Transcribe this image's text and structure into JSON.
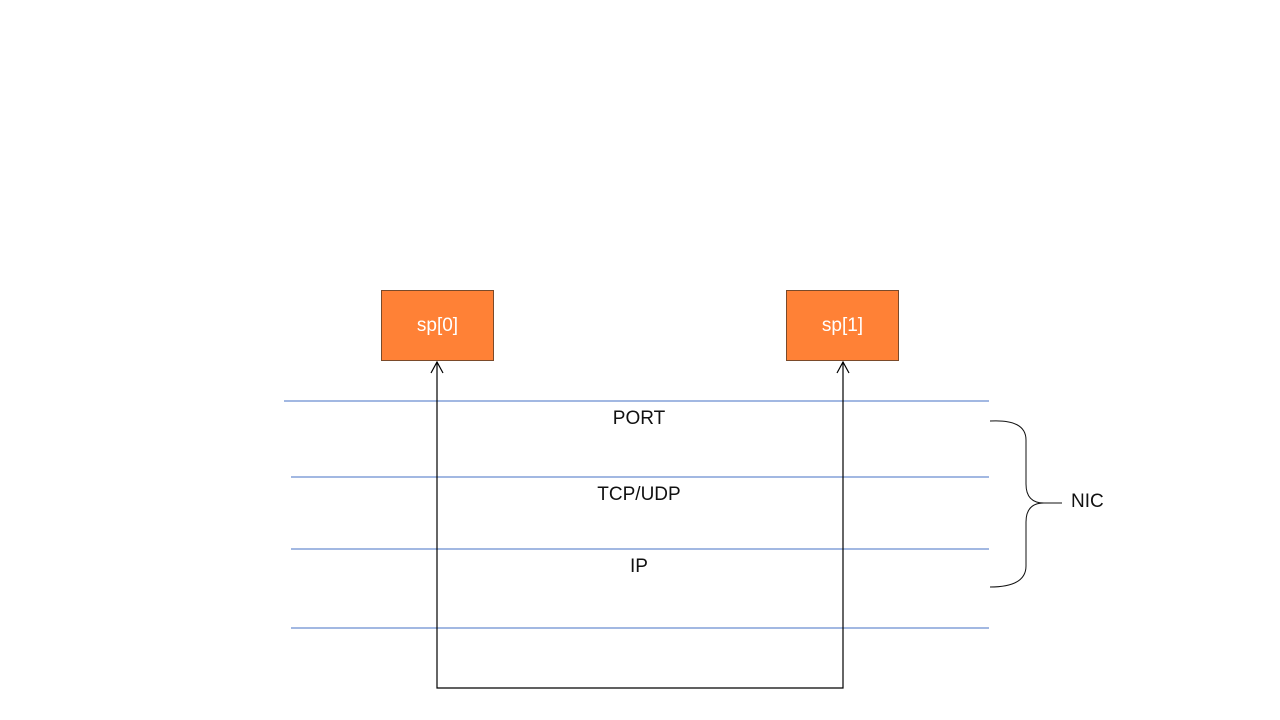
{
  "colors": {
    "box_fill": "#FF8136",
    "box_border": "#7a4a2a",
    "layer_line": "#4472C4",
    "arrow": "#000000",
    "text": "#111111",
    "box_text": "#ffffff"
  },
  "sockets": [
    {
      "label": "sp[0]"
    },
    {
      "label": "sp[1]"
    }
  ],
  "layers": [
    {
      "label": "PORT"
    },
    {
      "label": "TCP/UDP"
    },
    {
      "label": "IP"
    }
  ],
  "brace": {
    "label": "NIC"
  }
}
